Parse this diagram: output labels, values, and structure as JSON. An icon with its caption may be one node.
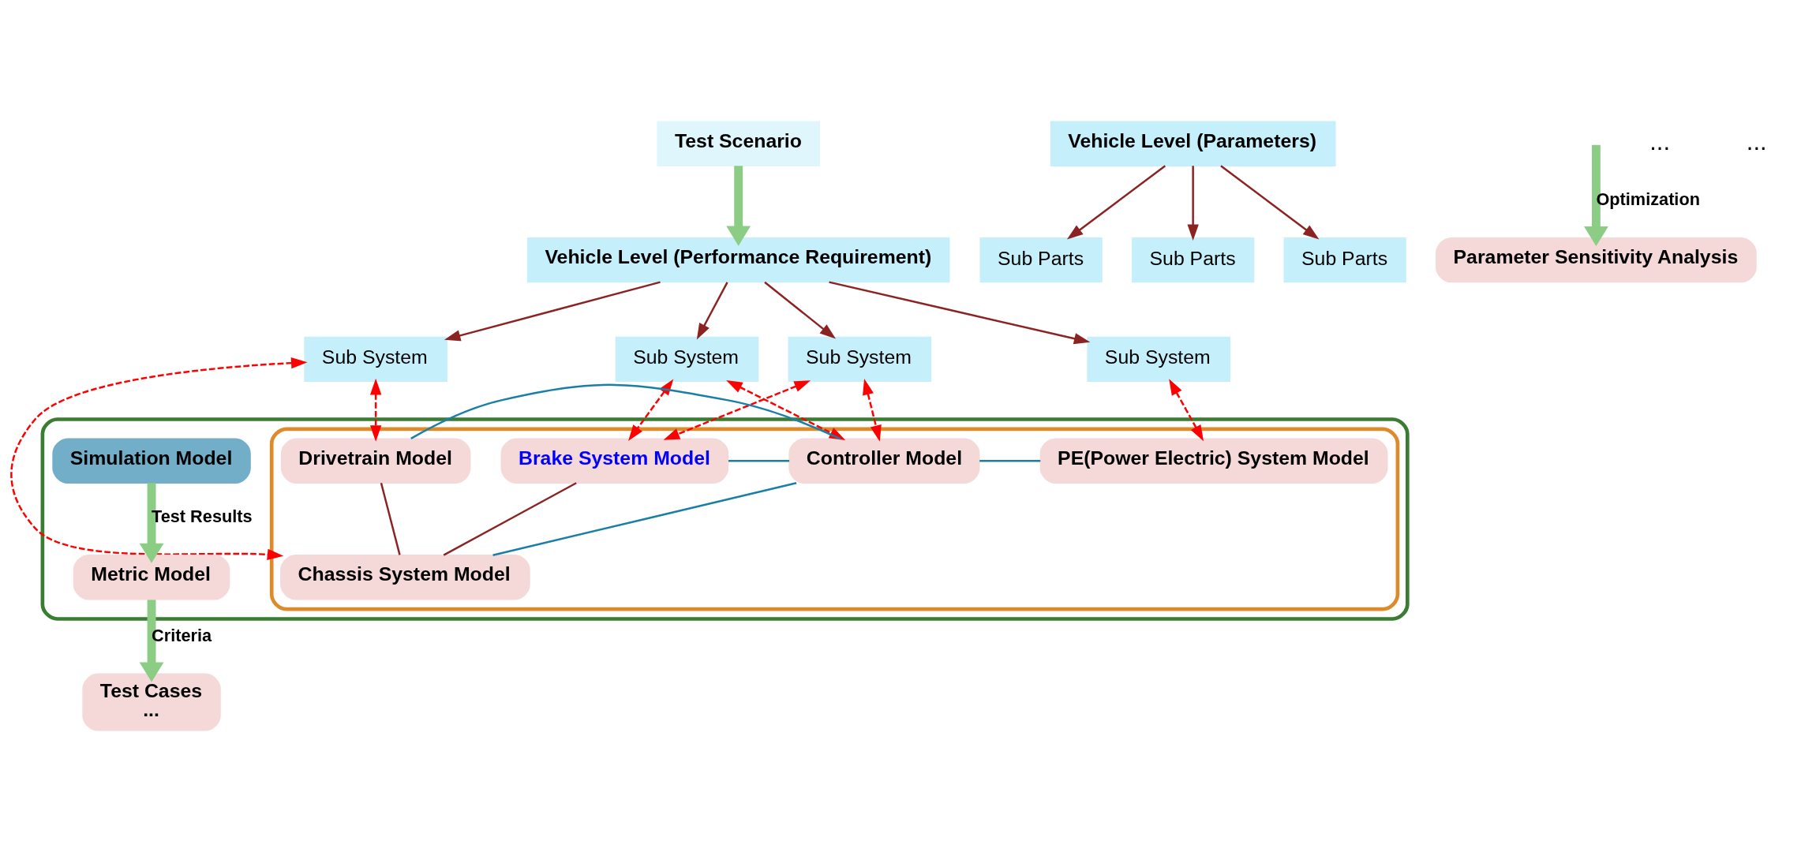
{
  "diagram": {
    "nodes": [
      {
        "text": [
          "Vehicle Level (Performance Requirement)"
        ]
      },
      {
        "text": [
          "Sub System"
        ]
      },
      {
        "text": [
          "Sub System"
        ]
      },
      {
        "text": [
          "Sub System"
        ]
      },
      {
        "text": [
          "Sub System"
        ]
      },
      {
        "text": [
          "Test Scenario"
        ]
      },
      {
        "text": [
          "Vehicle Level (Parameters)"
        ]
      },
      {
        "text": [
          "Sub Parts"
        ]
      },
      {
        "text": [
          "Sub Parts"
        ]
      },
      {
        "text": [
          "Sub Parts"
        ]
      },
      {
        "text": [],
        "shape": "box"
      },
      {
        "text": [],
        "shape": "box",
        "in": 10
      },
      {
        "text": [
          "Drivetrain Model"
        ],
        "in": 11
      },
      {
        "text": [
          "Brake System Model"
        ],
        "in": 11
      },
      {
        "text": [
          "Controller Model"
        ],
        "in": 11
      },
      {
        "text": [
          "Chassis System Model"
        ],
        "in": 11
      },
      {
        "text": [
          "PE(Power Electric) System Model"
        ],
        "in": 11
      },
      {
        "text": [
          "Simulation Model"
        ],
        "in": 10
      },
      {
        "text": [
          "Metric Model"
        ],
        "in": 10
      },
      {
        "text": [
          "Test Cases",
          "..."
        ]
      },
      {
        "text": [
          "Parameter Sensitivity Analysis"
        ]
      }
    ],
    "edges": [
      {
        "from": 0,
        "to": 1,
        "arrow": "to"
      },
      {
        "from": 0,
        "to": 2,
        "arrow": "to"
      },
      {
        "from": 0,
        "to": 3,
        "arrow": "to"
      },
      {
        "from": 0,
        "to": 4,
        "arrow": "to"
      },
      {
        "from": 5,
        "to": 0,
        "arrow": "to",
        "style": "thick",
        "color": "#8bcd84"
      },
      {
        "from": 6,
        "to": 7,
        "arrow": "to"
      },
      {
        "from": 6,
        "to": 8,
        "arrow": "to"
      },
      {
        "from": 6,
        "to": 9,
        "arrow": "to"
      },
      {
        "from": 1,
        "to": 12,
        "arrow": "both",
        "style": "dashed",
        "color": "#ff0000"
      },
      {
        "from": 1,
        "to": 15,
        "arrow": "both",
        "style": "dashed",
        "color": "#ff0000"
      },
      {
        "from": 2,
        "to": 13,
        "arrow": "both",
        "style": "dashed",
        "color": "#ff0000"
      },
      {
        "from": 2,
        "to": 14,
        "arrow": "both",
        "style": "dashed",
        "color": "#ff0000"
      },
      {
        "from": 3,
        "to": 16,
        "arrow": "both",
        "style": "dashed",
        "color": "#ff0000"
      },
      {
        "from": 4,
        "to": 13,
        "arrow": "both",
        "style": "dashed",
        "color": "#ff0000"
      },
      {
        "from": 4,
        "to": 14,
        "arrow": "both",
        "style": "dashed",
        "color": "#ff0000"
      },
      {
        "from": 14,
        "to": 12,
        "arrow": "none",
        "color": "#1a7fa6"
      },
      {
        "from": 14,
        "to": 13,
        "arrow": "none",
        "color": "#1a7fa6"
      },
      {
        "from": 12,
        "to": 15,
        "arrow": "none"
      },
      {
        "from": 13,
        "to": 15,
        "arrow": "none"
      },
      {
        "from": 15,
        "to": 14,
        "arrow": "none",
        "color": "#1a7fa6"
      },
      {
        "from": 16,
        "to": 14,
        "arrow": "none",
        "color": "#1a7fa6"
      },
      {
        "from": 17,
        "to": 18,
        "label": "Test Results",
        "arrow": "to",
        "style": "thick",
        "color": "#8bcd84"
      },
      {
        "from": 18,
        "to": 19,
        "label": "Criteria",
        "arrow": "to",
        "style": "thick",
        "color": "#8bcd84"
      },
      {
        "from": null,
        "to": 20,
        "label": "Optimization",
        "arrow": "to",
        "style": "thick",
        "color": "#8bcd84"
      }
    ],
    "labels": [
      "...",
      "..."
    ]
  }
}
